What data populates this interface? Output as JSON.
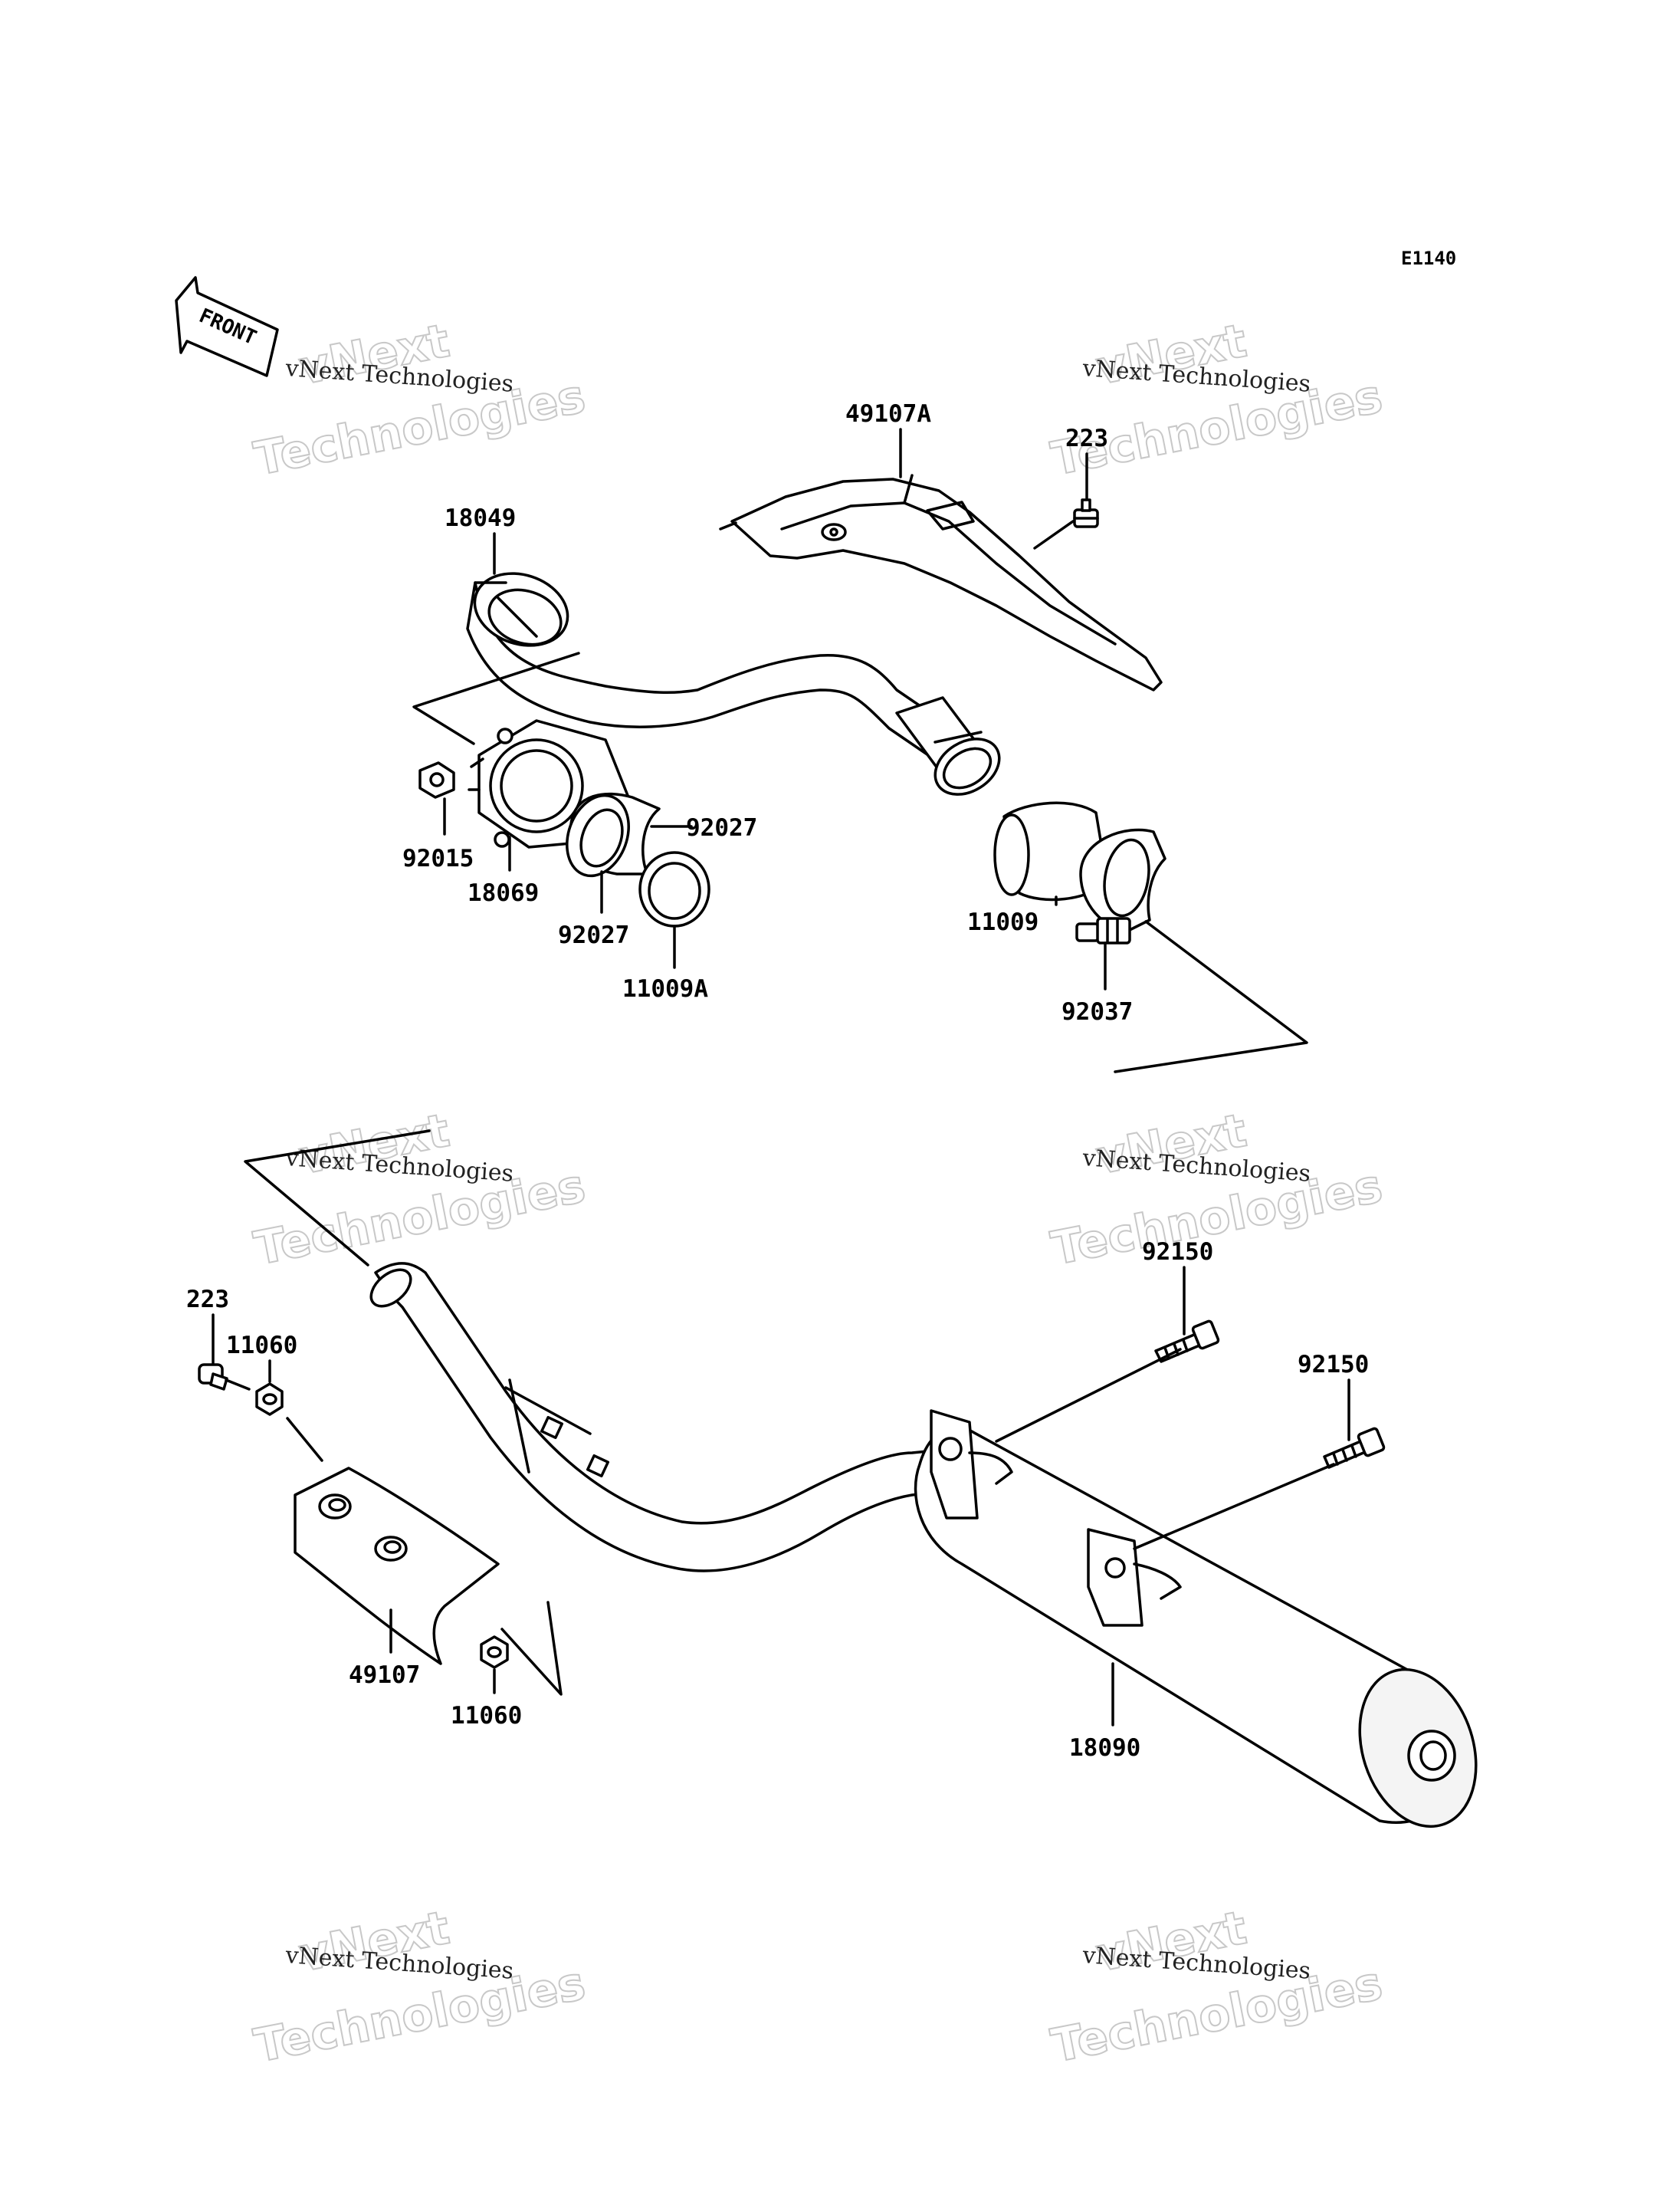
{
  "diagram_code": "E1140",
  "front_label": "FRONT",
  "watermark": {
    "line1": "vNext",
    "line2": "vNext Technologies",
    "line3": "Technologies"
  },
  "parts": {
    "p18049": "18049",
    "p49107A": "49107A",
    "p223_top": "223",
    "p92015": "92015",
    "p18069": "18069",
    "p92027_right": "92027",
    "p92027_bottom": "92027",
    "p11009A": "11009A",
    "p11009": "11009",
    "p92037": "92037",
    "p223_bottom": "223",
    "p11060_top": "11060",
    "p49107": "49107",
    "p11060_bottom": "11060",
    "p92150_left": "92150",
    "p92150_right": "92150",
    "p18090": "18090"
  }
}
